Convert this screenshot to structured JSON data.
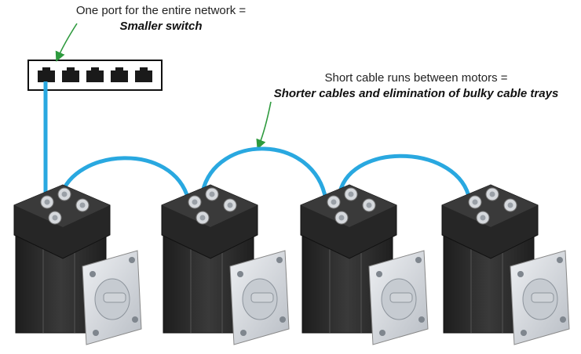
{
  "annotations": {
    "switch_note": {
      "line1": "One port for the entire network =",
      "line2": "Smaller switch"
    },
    "cable_note": {
      "line1": "Short cable runs between motors =",
      "line2": "Shorter cables and elimination of bulky cable trays"
    }
  },
  "switch": {
    "port_count": 5
  },
  "motors": {
    "count": 4
  },
  "colors": {
    "cable": "#29a8e0",
    "arrow": "#2e9a3e",
    "motor_body": "#2b2b2b",
    "motor_flange": "#d9dde2",
    "switch_port": "#1a1a1a"
  }
}
